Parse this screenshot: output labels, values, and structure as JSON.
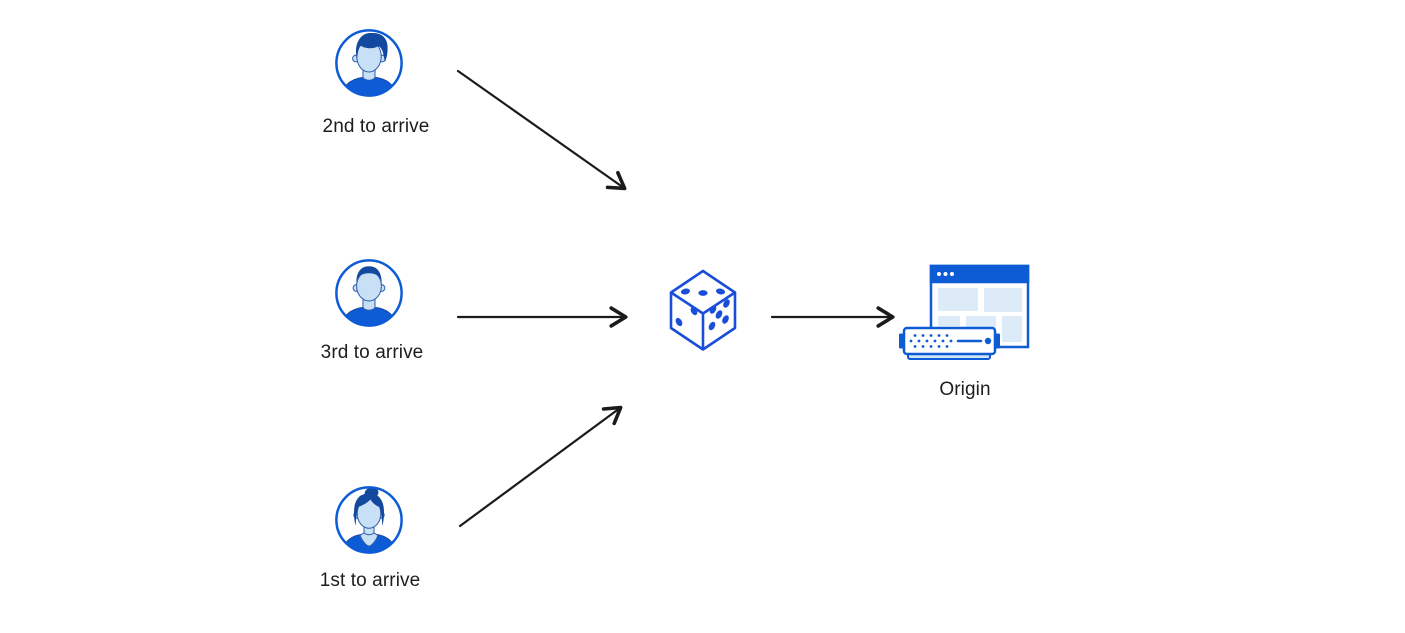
{
  "diagram": {
    "type": "flow-diagram",
    "description": "Three clients arriving in different order are steered via a dice (random selection) to an Origin server",
    "nodes": {
      "clients": [
        {
          "label": "2nd to arrive",
          "icon": "avatar-man-swept-hair-icon"
        },
        {
          "label": "3rd to arrive",
          "icon": "avatar-man-short-hair-icon"
        },
        {
          "label": "1st to arrive",
          "icon": "avatar-woman-bun-icon"
        }
      ],
      "randomizer": {
        "icon": "dice-icon",
        "pips": {
          "top_face": 3,
          "left_face": 2,
          "right_face": 5
        }
      },
      "origin": {
        "label": "Origin",
        "icon": "origin-browser-and-server-icon"
      }
    },
    "edges": [
      {
        "from": "2nd to arrive",
        "to": "dice"
      },
      {
        "from": "3rd to arrive",
        "to": "dice"
      },
      {
        "from": "1st to arrive",
        "to": "dice"
      },
      {
        "from": "dice",
        "to": "Origin"
      }
    ],
    "colors": {
      "background": "#ffffff",
      "primary_blue": "#0d5cd6",
      "dice_blue": "#1a4ed8",
      "hair_navy": "#12489e",
      "skin_light_blue": "#c8e0f5",
      "panel_light_blue": "#dcebf7",
      "server_base_blue": "#cfe4f6",
      "outline_blue": "#2b5cb0",
      "arrow_black": "#1b1b1b",
      "text_color": "#1d1d1f"
    }
  }
}
